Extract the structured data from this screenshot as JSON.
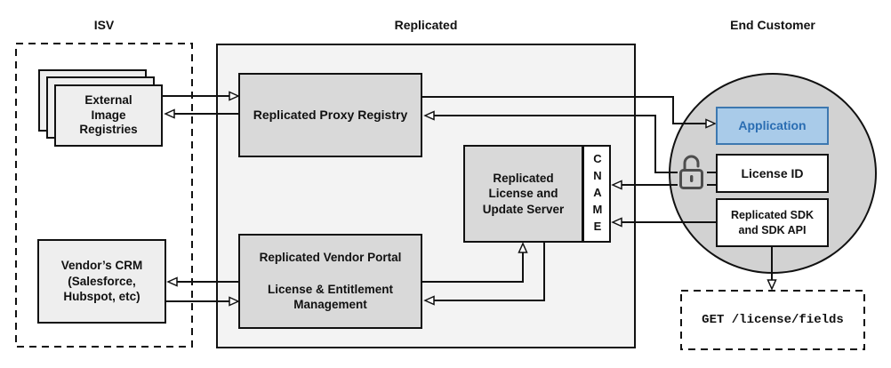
{
  "sections": {
    "isv": {
      "label": "ISV"
    },
    "replicated": {
      "label": "Replicated"
    },
    "end_customer": {
      "label": "End Customer"
    }
  },
  "nodes": {
    "external_registries": {
      "label": "External\nImage\nRegistries"
    },
    "vendor_crm": {
      "label": "Vendor’s CRM\n(Salesforce,\nHubspot, etc)"
    },
    "proxy_registry": {
      "label": "Replicated Proxy Registry"
    },
    "license_update_server": {
      "label": "Replicated\nLicense and\nUpdate Server"
    },
    "cname": {
      "label": "CNAME"
    },
    "vendor_portal": {
      "label": "Replicated Vendor Portal\n\nLicense & Entitlement\nManagement"
    },
    "application": {
      "label": "Application"
    },
    "license_id": {
      "label": "License ID"
    },
    "replicated_sdk": {
      "label": "Replicated SDK\nand SDK API"
    },
    "get_endpoint": {
      "label": "GET /license/fields"
    }
  },
  "icons": {
    "lock_state": "unlocked-padlock"
  },
  "colors": {
    "application_fill": "#a9cbe9",
    "application_border": "#3d78b0",
    "application_text": "#2a6db2",
    "inner_node_fill": "#d9d9d9",
    "outer_replicated_fill": "#f3f3f3",
    "customer_circle_fill": "#d2d2d2",
    "isv_node_fill": "#eeeeee",
    "line_color": "#111111"
  }
}
